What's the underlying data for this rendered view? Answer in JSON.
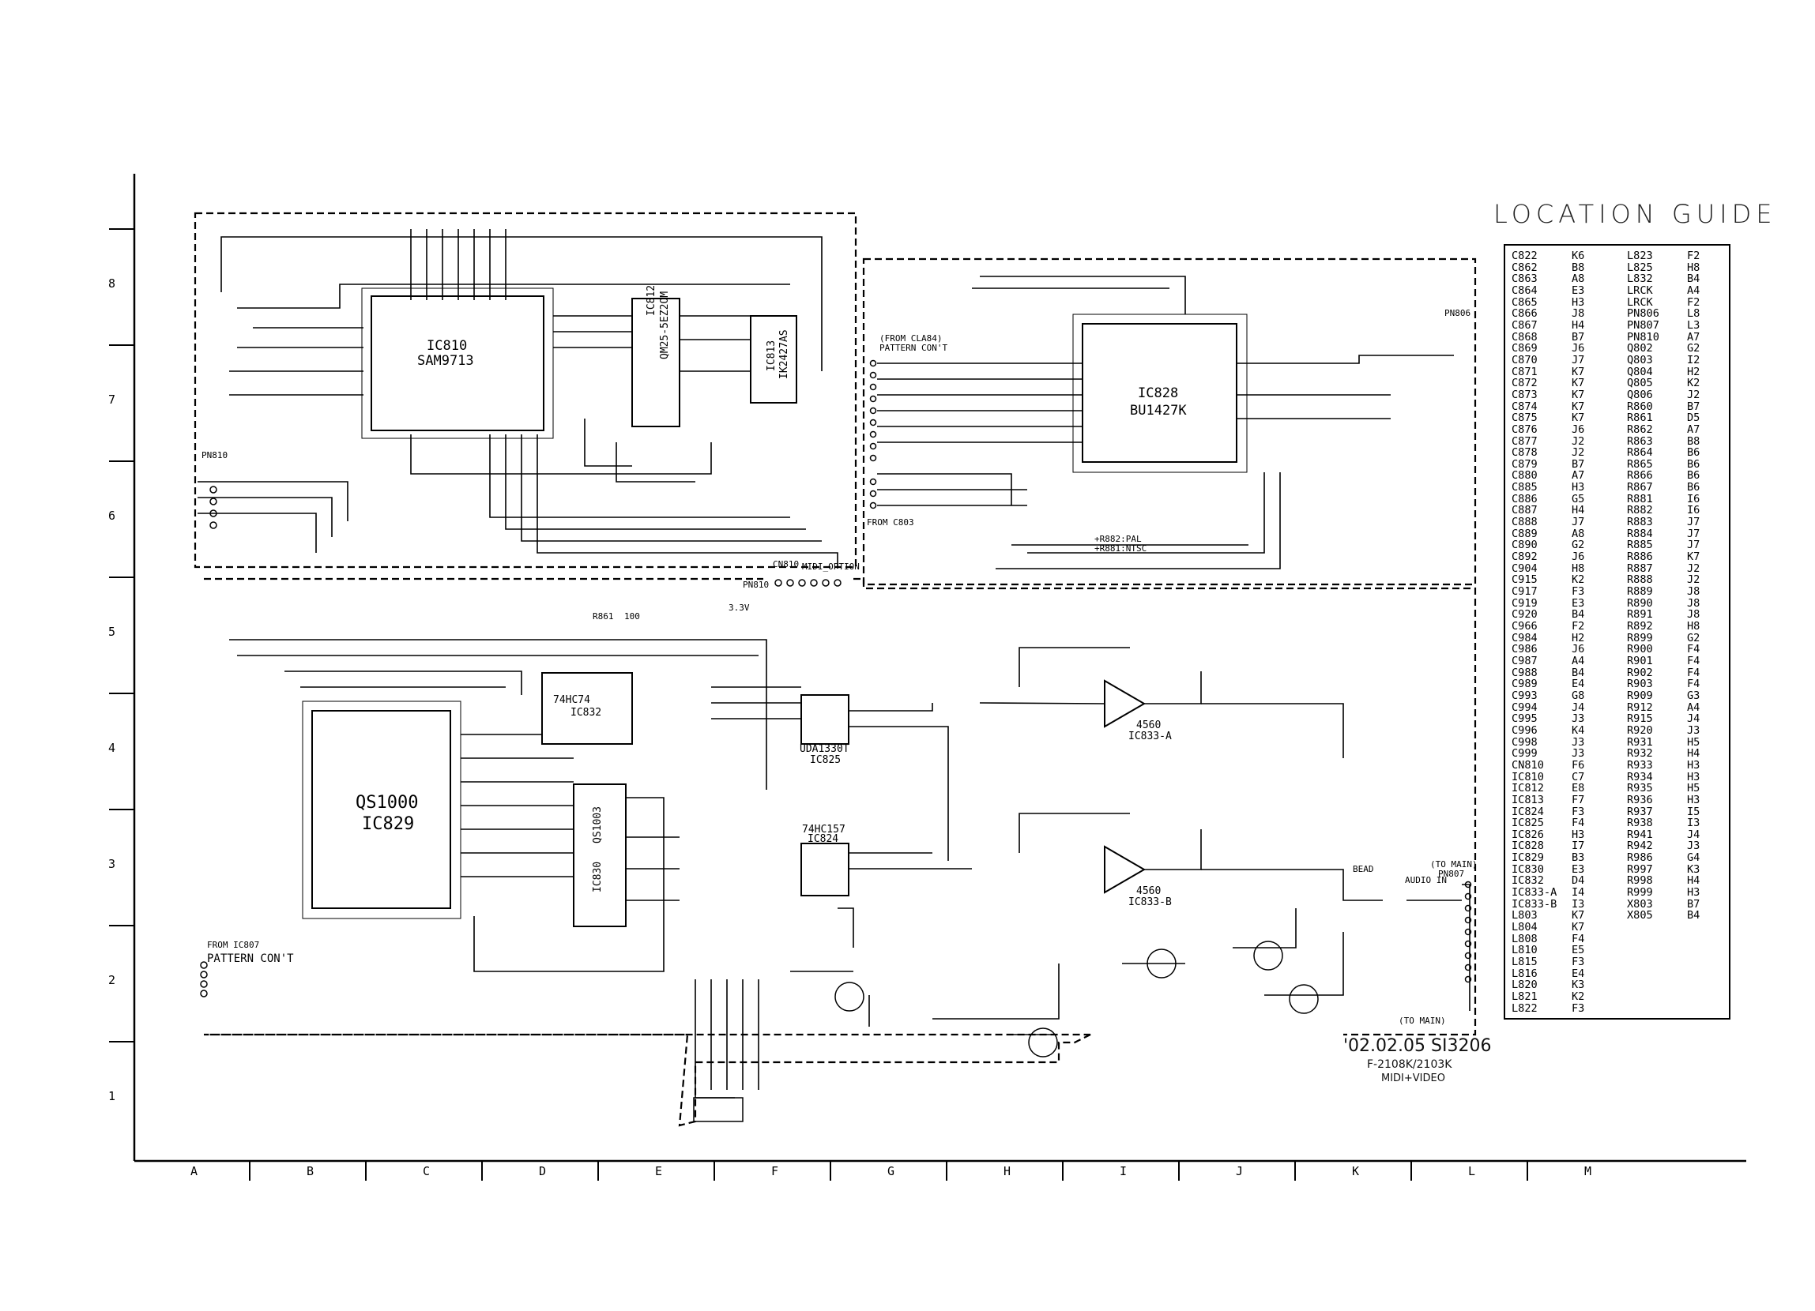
{
  "location_guide": {
    "title": "LOCATION GUIDE",
    "left_column": [
      [
        "C822",
        "K6"
      ],
      [
        "C862",
        "B8"
      ],
      [
        "C863",
        "A8"
      ],
      [
        "C864",
        "E3"
      ],
      [
        "C865",
        "H3"
      ],
      [
        "C866",
        "J8"
      ],
      [
        "C867",
        "H4"
      ],
      [
        "C868",
        "B7"
      ],
      [
        "C869",
        "J6"
      ],
      [
        "C870",
        "J7"
      ],
      [
        "C871",
        "K7"
      ],
      [
        "C872",
        "K7"
      ],
      [
        "C873",
        "K7"
      ],
      [
        "C874",
        "K7"
      ],
      [
        "C875",
        "K7"
      ],
      [
        "C876",
        "J6"
      ],
      [
        "C877",
        "J2"
      ],
      [
        "C878",
        "J2"
      ],
      [
        "C879",
        "B7"
      ],
      [
        "C880",
        "A7"
      ],
      [
        "C885",
        "H3"
      ],
      [
        "C886",
        "G5"
      ],
      [
        "C887",
        "H4"
      ],
      [
        "C888",
        "J7"
      ],
      [
        "C889",
        "A8"
      ],
      [
        "C890",
        "G2"
      ],
      [
        "C892",
        "J6"
      ],
      [
        "C904",
        "H8"
      ],
      [
        "C915",
        "K2"
      ],
      [
        "C917",
        "F3"
      ],
      [
        "C919",
        "E3"
      ],
      [
        "C920",
        "B4"
      ],
      [
        "C966",
        "F2"
      ],
      [
        "C984",
        "H2"
      ],
      [
        "C986",
        "J6"
      ],
      [
        "C987",
        "A4"
      ],
      [
        "C988",
        "B4"
      ],
      [
        "C989",
        "E4"
      ],
      [
        "C993",
        "G8"
      ],
      [
        "C994",
        "J4"
      ],
      [
        "C995",
        "J3"
      ],
      [
        "C996",
        "K4"
      ],
      [
        "C998",
        "J3"
      ],
      [
        "C999",
        "J3"
      ],
      [
        "CN810",
        "F6"
      ],
      [
        "IC810",
        "C7"
      ],
      [
        "IC812",
        "E8"
      ],
      [
        "IC813",
        "F7"
      ],
      [
        "IC824",
        "F3"
      ],
      [
        "IC825",
        "F4"
      ],
      [
        "IC826",
        "H3"
      ],
      [
        "IC828",
        "I7"
      ],
      [
        "IC829",
        "B3"
      ],
      [
        "IC830",
        "E3"
      ],
      [
        "IC832",
        "D4"
      ],
      [
        "IC833-A",
        "I4"
      ],
      [
        "IC833-B",
        "I3"
      ],
      [
        "L803",
        "K7"
      ],
      [
        "L804",
        "K7"
      ],
      [
        "L808",
        "F4"
      ],
      [
        "L810",
        "E5"
      ],
      [
        "L815",
        "F3"
      ],
      [
        "L816",
        "E4"
      ],
      [
        "L820",
        "K3"
      ],
      [
        "L821",
        "K2"
      ],
      [
        "L822",
        "F3"
      ]
    ],
    "right_column": [
      [
        "L823",
        "F2"
      ],
      [
        "L825",
        "H8"
      ],
      [
        "L832",
        "B4"
      ],
      [
        "LRCK",
        "A4"
      ],
      [
        "LRCK",
        "F2"
      ],
      [
        "PN806",
        "L8"
      ],
      [
        "PN807",
        "L3"
      ],
      [
        "PN810",
        "A7"
      ],
      [
        "Q802",
        "G2"
      ],
      [
        "Q803",
        "I2"
      ],
      [
        "Q804",
        "H2"
      ],
      [
        "Q805",
        "K2"
      ],
      [
        "Q806",
        "J2"
      ],
      [
        "R860",
        "B7"
      ],
      [
        "R861",
        "D5"
      ],
      [
        "R862",
        "A7"
      ],
      [
        "R863",
        "B8"
      ],
      [
        "R864",
        "B6"
      ],
      [
        "R865",
        "B6"
      ],
      [
        "R866",
        "B6"
      ],
      [
        "R867",
        "B6"
      ],
      [
        "R881",
        "I6"
      ],
      [
        "R882",
        "I6"
      ],
      [
        "R883",
        "J7"
      ],
      [
        "R884",
        "J7"
      ],
      [
        "R885",
        "J7"
      ],
      [
        "R886",
        "K7"
      ],
      [
        "R887",
        "J2"
      ],
      [
        "R888",
        "J2"
      ],
      [
        "R889",
        "J8"
      ],
      [
        "R890",
        "J8"
      ],
      [
        "R891",
        "J8"
      ],
      [
        "R892",
        "H8"
      ],
      [
        "R899",
        "G2"
      ],
      [
        "R900",
        "F4"
      ],
      [
        "R901",
        "F4"
      ],
      [
        "R902",
        "F4"
      ],
      [
        "R903",
        "F4"
      ],
      [
        "R909",
        "G3"
      ],
      [
        "R912",
        "A4"
      ],
      [
        "R915",
        "J4"
      ],
      [
        "R920",
        "J3"
      ],
      [
        "R931",
        "H5"
      ],
      [
        "R932",
        "H4"
      ],
      [
        "R933",
        "H3"
      ],
      [
        "R934",
        "H3"
      ],
      [
        "R935",
        "H5"
      ],
      [
        "R936",
        "H3"
      ],
      [
        "R937",
        "I5"
      ],
      [
        "R938",
        "I3"
      ],
      [
        "R941",
        "J4"
      ],
      [
        "R942",
        "J3"
      ],
      [
        "R986",
        "G4"
      ],
      [
        "R997",
        "K3"
      ],
      [
        "R998",
        "H4"
      ],
      [
        "R999",
        "H3"
      ],
      [
        "X803",
        "B7"
      ],
      [
        "X805",
        "B4"
      ]
    ]
  },
  "grid": {
    "columns": [
      "A",
      "B",
      "C",
      "D",
      "E",
      "F",
      "G",
      "H",
      "I",
      "J",
      "K",
      "L",
      "M"
    ],
    "rows": [
      "8",
      "7",
      "6",
      "5",
      "4",
      "3",
      "2",
      "1"
    ]
  },
  "ics": {
    "ic810": {
      "ref": "IC810",
      "part": "SAM9713"
    },
    "ic828": {
      "ref": "IC828",
      "part": "BU1427K"
    },
    "ic829": {
      "ref": "IC829",
      "part": "QS1000"
    },
    "ic830": {
      "ref": "IC830",
      "part": "QS1003"
    },
    "ic832": {
      "ref": "IC832",
      "part": "74HC74"
    },
    "ic825": {
      "ref": "IC825",
      "part": "UDA1330T"
    },
    "ic824": {
      "ref": "IC824",
      "part": "74HC157"
    },
    "ic812": {
      "ref": "IC812",
      "part": "QM25-5EZ2OM"
    },
    "ic813": {
      "ref": "IC813",
      "part": "IK2427AS"
    },
    "ic833a": {
      "ref": "IC833-A",
      "part": "4560"
    },
    "ic833b": {
      "ref": "IC833-B",
      "part": "4560"
    }
  },
  "labels": {
    "pn810_top": "PN810",
    "pn810_mid": "PN810",
    "cn810": "CN810",
    "midi_option": "MIDI_OPTION",
    "pn806": "PN806",
    "pn807": "PN807",
    "from_cla84": "(FROM CLA84)",
    "pattern_cont_top": "PATTERN CON'T",
    "from_c803": "FROM C803",
    "from_ic807": "FROM IC807",
    "pattern_cont_bottom": "PATTERN CON'T",
    "to_main_top": "(TO MAIN)",
    "to_main_bottom": "(TO MAIN)",
    "audio_in": "AUDIO IN",
    "bead": "BEAD",
    "r861": "R861",
    "r861_val": "100",
    "pal_note": "+R882:PAL\n+R881:NTSC",
    "plus_33v": "3.3V"
  },
  "footer": {
    "date_code": "'02.02.05 SI3206",
    "model": "F-2108K/2103K",
    "variant": "MIDI+VIDEO"
  },
  "colors": {
    "ink": "#000000",
    "paper": "#ffffff"
  }
}
